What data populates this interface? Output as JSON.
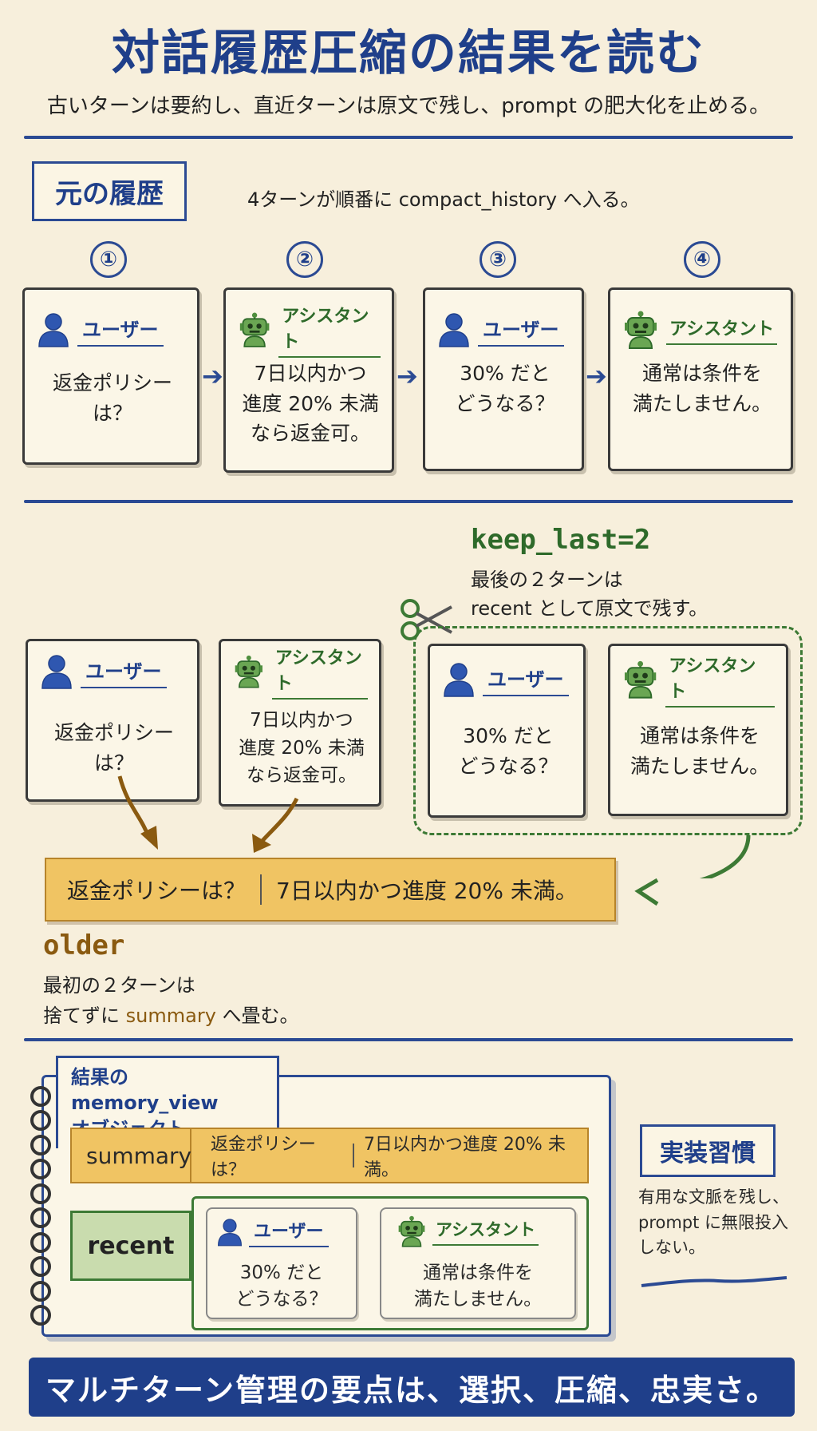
{
  "title": "対話履歴圧縮の結果を読む",
  "subtitle": "古いターンは要約し、直近ターンは原文で残し、prompt の肥大化を止める。",
  "section1": {
    "label": "元の履歴",
    "caption": "4ターンが順番に compact_history へ入る。",
    "numbers": [
      "①",
      "②",
      "③",
      "④"
    ],
    "turns": [
      {
        "role": "ユーザー",
        "text": "返金ポリシーは？"
      },
      {
        "role": "アシスタント",
        "text": "7日以内かつ\n進度 20% 未満\nなら返金可。"
      },
      {
        "role": "ユーザー",
        "text": "30% だと\nどうなる？"
      },
      {
        "role": "アシスタント",
        "text": "通常は条件を\n満たしません。"
      }
    ],
    "arrow": "➔"
  },
  "section2": {
    "keep_head": "keep_last=2",
    "keep_text_1": "最後の２ターンは",
    "keep_text_2": "recent として原文で残す。",
    "older_turns": [
      {
        "role": "ユーザー",
        "text": "返金ポリシーは？"
      },
      {
        "role": "アシスタント",
        "text": "7日以内かつ\n進度 20% 未満\nなら返金可。"
      }
    ],
    "recent_turns": [
      {
        "role": "ユーザー",
        "text": "30% だと\nどうなる？"
      },
      {
        "role": "アシスタント",
        "text": "通常は条件を\n満たしません。"
      }
    ],
    "banner_left": "返金ポリシーは？",
    "banner_right": "7日以内かつ進度 20% 未満。",
    "older_head": "older",
    "older_text_1": "最初の２ターンは",
    "older_text_2a": "捨てずに ",
    "older_text_2b": "summary",
    "older_text_2c": " へ畳む。"
  },
  "section3": {
    "tab": "結果の memory_view\nオブジェクト",
    "summary_label": "summary",
    "summary_left": "返金ポリシーは？",
    "summary_right": "7日以内かつ進度 20% 未満。",
    "recent_label": "recent",
    "recent_turns": [
      {
        "role": "ユーザー",
        "text": "30% だと\nどうなる？"
      },
      {
        "role": "アシスタント",
        "text": "通常は条件を\n満たしません。"
      }
    ],
    "habit_label": "実装習慣",
    "habit_text": "有用な文脈を残し、\nprompt に無限投入\nしない。"
  },
  "footer": "マルチターン管理の要点は、選択、圧縮、忠実さ。",
  "colors": {
    "navy": "#1f3f8a",
    "green": "#3d7a35",
    "orange": "#f0c463",
    "paper": "#f7efdc"
  }
}
